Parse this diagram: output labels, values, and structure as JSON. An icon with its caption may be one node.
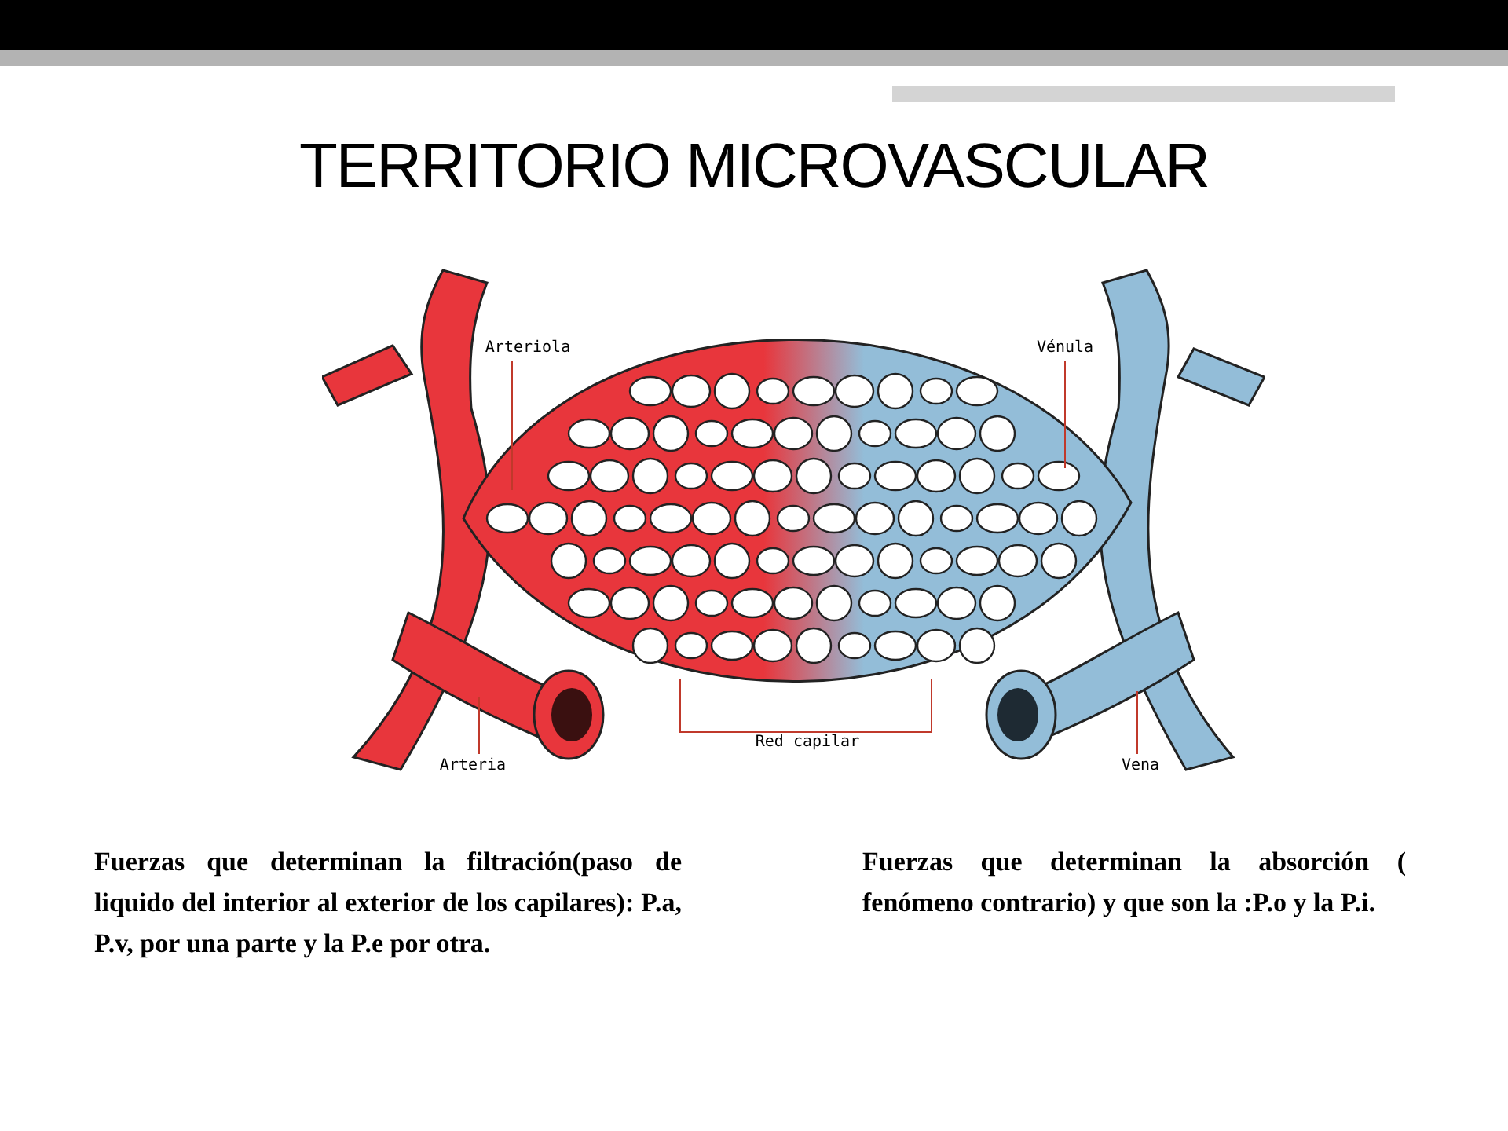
{
  "diagram": {
    "title": "TERRITORIO MICROVASCULAR",
    "nodes": [
      {
        "text": [
          "Arteriola"
        ]
      },
      {
        "text": [
          "Vénula"
        ]
      },
      {
        "text": [
          "Arteria"
        ]
      },
      {
        "text": [
          "Vena"
        ]
      }
    ],
    "edges": [
      {
        "from": 0,
        "to": null,
        "arrow": "none"
      },
      {
        "from": 1,
        "to": null,
        "arrow": "none"
      },
      {
        "from": 2,
        "to": null,
        "arrow": "none"
      },
      {
        "from": 3,
        "to": null,
        "arrow": "none"
      }
    ],
    "labels": [
      "Red capilar",
      "Fuerzas que determinan la filtración(paso de liquido del interior al exterior de los capilares): P.a, P.v, por una parte y la P.e por otra.",
      "Fuerzas que determinan la absorción ( fenómeno contrario) y que son la :P.o y la P.i."
    ]
  }
}
